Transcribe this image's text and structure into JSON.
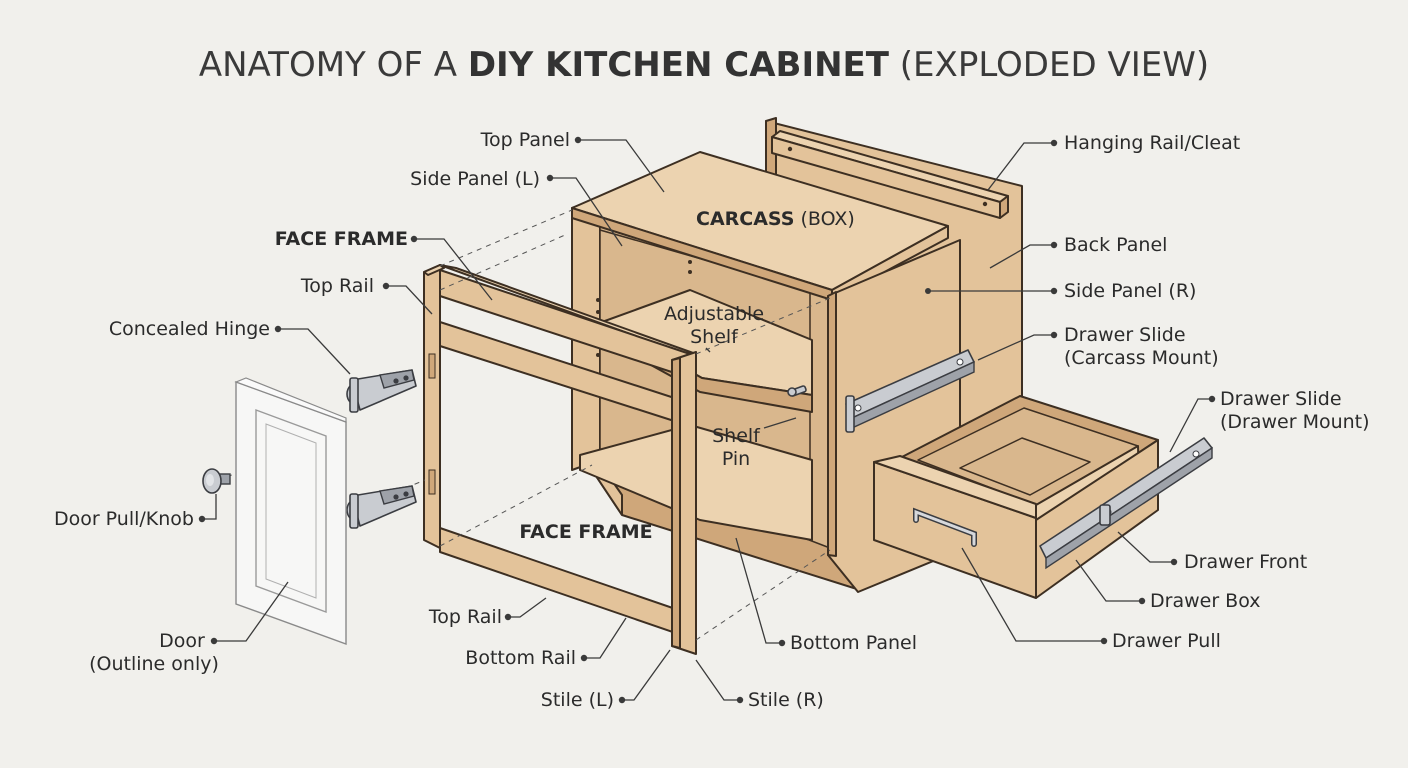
{
  "title": {
    "prefix": "ANATOMY OF A ",
    "bold": "DIY KITCHEN CABINET",
    "suffix": " (EXPLODED VIEW)"
  },
  "labels": {
    "top_panel": "Top Panel",
    "side_panel_l": "Side Panel (L)",
    "carcass_bold": "CARCASS",
    "carcass_rest": " (BOX)",
    "face_frame_top": "FACE FRAME",
    "top_rail_upper": "Top Rail",
    "concealed_hinge": "Concealed Hinge",
    "adjustable_shelf_1": "Adjustable",
    "adjustable_shelf_2": "Shelf",
    "shelf_pin_1": "Shelf",
    "shelf_pin_2": "Pin",
    "face_frame_lower": "FACE FRAME",
    "door_pull_knob": "Door Pull/Knob",
    "door_1": "Door",
    "door_2": "(Outline only)",
    "top_rail_lower": "Top Rail",
    "bottom_rail": "Bottom Rail",
    "stile_l": "Stile (L)",
    "stile_r": "Stile (R)",
    "bottom_panel": "Bottom Panel",
    "hanging_rail": "Hanging Rail/Cleat",
    "back_panel": "Back Panel",
    "side_panel_r": "Side Panel (R)",
    "slide_carcass_1": "Drawer Slide",
    "slide_carcass_2": "(Carcass Mount)",
    "slide_drawer_1": "Drawer Slide",
    "slide_drawer_2": "(Drawer Mount)",
    "drawer_front": "Drawer Front",
    "drawer_box": "Drawer Box",
    "drawer_pull": "Drawer Pull"
  },
  "colors": {
    "background": "#f1f0ec",
    "wood": "#e3c39a",
    "wood_light": "#ecd3b0",
    "wood_dark": "#cfa77a",
    "metal": "#c9ccd1",
    "outline": "#3d2f22",
    "text": "#2b2b2b"
  }
}
